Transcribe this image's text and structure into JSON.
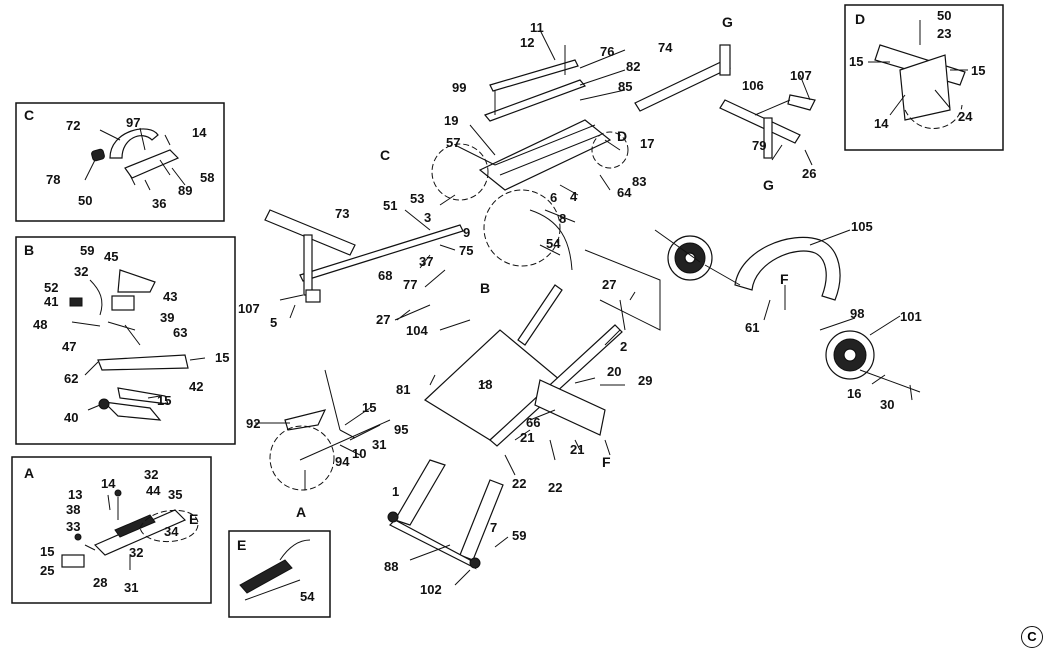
{
  "diagram": {
    "copyright": "C",
    "insets": [
      {
        "key": "C",
        "label": "C"
      },
      {
        "key": "B",
        "label": "B"
      },
      {
        "key": "A",
        "label": "A"
      },
      {
        "key": "D",
        "label": "D"
      },
      {
        "key": "E",
        "label": "E"
      }
    ],
    "callouts": [
      {
        "key": "c_74",
        "text": "74"
      },
      {
        "key": "c_G1",
        "text": "G"
      },
      {
        "key": "c_11",
        "text": "11"
      },
      {
        "key": "c_12",
        "text": "12"
      },
      {
        "key": "c_76",
        "text": "76"
      },
      {
        "key": "c_82",
        "text": "82"
      },
      {
        "key": "c_85",
        "text": "85"
      },
      {
        "key": "c_99",
        "text": "99"
      },
      {
        "key": "c_19",
        "text": "19"
      },
      {
        "key": "c_57",
        "text": "57"
      },
      {
        "key": "c_D_ref",
        "text": "D"
      },
      {
        "key": "c_17",
        "text": "17"
      },
      {
        "key": "c_C_ref",
        "text": "C"
      },
      {
        "key": "c_83",
        "text": "83"
      },
      {
        "key": "c_64",
        "text": "64"
      },
      {
        "key": "c_4",
        "text": "4"
      },
      {
        "key": "c_6",
        "text": "6"
      },
      {
        "key": "c_53",
        "text": "53"
      },
      {
        "key": "c_51",
        "text": "51"
      },
      {
        "key": "c_3",
        "text": "3"
      },
      {
        "key": "c_8",
        "text": "8"
      },
      {
        "key": "c_9",
        "text": "9"
      },
      {
        "key": "c_73",
        "text": "73"
      },
      {
        "key": "c_54a",
        "text": "54"
      },
      {
        "key": "c_75",
        "text": "75"
      },
      {
        "key": "c_37",
        "text": "37"
      },
      {
        "key": "c_68",
        "text": "68"
      },
      {
        "key": "c_77",
        "text": "77"
      },
      {
        "key": "c_B_ref",
        "text": "B"
      },
      {
        "key": "c_106",
        "text": "106"
      },
      {
        "key": "c_107a",
        "text": "107"
      },
      {
        "key": "c_79",
        "text": "79"
      },
      {
        "key": "c_G2",
        "text": "G"
      },
      {
        "key": "c_26",
        "text": "26"
      },
      {
        "key": "c_105",
        "text": "105"
      },
      {
        "key": "c_27a",
        "text": "27"
      },
      {
        "key": "c_F1",
        "text": "F"
      },
      {
        "key": "c_61",
        "text": "61"
      },
      {
        "key": "c_98",
        "text": "98"
      },
      {
        "key": "c_101",
        "text": "101"
      },
      {
        "key": "c_16",
        "text": "16"
      },
      {
        "key": "c_30",
        "text": "30"
      },
      {
        "key": "c_107b",
        "text": "107"
      },
      {
        "key": "c_5",
        "text": "5"
      },
      {
        "key": "c_27b",
        "text": "27"
      },
      {
        "key": "c_104",
        "text": "104"
      },
      {
        "key": "c_2",
        "text": "2"
      },
      {
        "key": "c_81",
        "text": "81"
      },
      {
        "key": "c_18",
        "text": "18"
      },
      {
        "key": "c_20",
        "text": "20"
      },
      {
        "key": "c_29",
        "text": "29"
      },
      {
        "key": "c_66",
        "text": "66"
      },
      {
        "key": "c_21a",
        "text": "21"
      },
      {
        "key": "c_21b",
        "text": "21"
      },
      {
        "key": "c_F2",
        "text": "F"
      },
      {
        "key": "c_22a",
        "text": "22"
      },
      {
        "key": "c_22b",
        "text": "22"
      },
      {
        "key": "c_92",
        "text": "92"
      },
      {
        "key": "c_15a",
        "text": "15"
      },
      {
        "key": "c_95",
        "text": "95"
      },
      {
        "key": "c_31a",
        "text": "31"
      },
      {
        "key": "c_10",
        "text": "10"
      },
      {
        "key": "c_94",
        "text": "94"
      },
      {
        "key": "c_A_ref",
        "text": "A"
      },
      {
        "key": "c_1",
        "text": "1"
      },
      {
        "key": "c_7",
        "text": "7"
      },
      {
        "key": "c_59a",
        "text": "59"
      },
      {
        "key": "c_88",
        "text": "88"
      },
      {
        "key": "c_102",
        "text": "102"
      }
    ],
    "inset_c_labels": [
      {
        "key": "c72",
        "text": "72"
      },
      {
        "key": "c97",
        "text": "97"
      },
      {
        "key": "c14",
        "text": "14"
      },
      {
        "key": "c78",
        "text": "78"
      },
      {
        "key": "c58",
        "text": "58"
      },
      {
        "key": "c89",
        "text": "89"
      },
      {
        "key": "c50",
        "text": "50"
      },
      {
        "key": "c36",
        "text": "36"
      }
    ],
    "inset_b_labels": [
      {
        "key": "b59",
        "text": "59"
      },
      {
        "key": "b45",
        "text": "45"
      },
      {
        "key": "b32",
        "text": "32"
      },
      {
        "key": "b52",
        "text": "52"
      },
      {
        "key": "b41",
        "text": "41"
      },
      {
        "key": "b43",
        "text": "43"
      },
      {
        "key": "b48",
        "text": "48"
      },
      {
        "key": "b39",
        "text": "39"
      },
      {
        "key": "b63",
        "text": "63"
      },
      {
        "key": "b47",
        "text": "47"
      },
      {
        "key": "b15a",
        "text": "15"
      },
      {
        "key": "b62",
        "text": "62"
      },
      {
        "key": "b42",
        "text": "42"
      },
      {
        "key": "b15b",
        "text": "15"
      },
      {
        "key": "b40",
        "text": "40"
      }
    ],
    "inset_a_labels": [
      {
        "key": "a14",
        "text": "14"
      },
      {
        "key": "a32a",
        "text": "32"
      },
      {
        "key": "a13",
        "text": "13"
      },
      {
        "key": "a44",
        "text": "44"
      },
      {
        "key": "a38",
        "text": "38"
      },
      {
        "key": "a35",
        "text": "35"
      },
      {
        "key": "a33",
        "text": "33"
      },
      {
        "key": "aE",
        "text": "E"
      },
      {
        "key": "a34",
        "text": "34"
      },
      {
        "key": "a15",
        "text": "15"
      },
      {
        "key": "a32b",
        "text": "32"
      },
      {
        "key": "a25",
        "text": "25"
      },
      {
        "key": "a28",
        "text": "28"
      },
      {
        "key": "a31",
        "text": "31"
      }
    ],
    "inset_d_labels": [
      {
        "key": "d50",
        "text": "50"
      },
      {
        "key": "d23",
        "text": "23"
      },
      {
        "key": "d15a",
        "text": "15"
      },
      {
        "key": "d15b",
        "text": "15"
      },
      {
        "key": "d14",
        "text": "14"
      },
      {
        "key": "d24",
        "text": "24"
      }
    ],
    "inset_e_labels": [
      {
        "key": "e54",
        "text": "54"
      }
    ]
  }
}
